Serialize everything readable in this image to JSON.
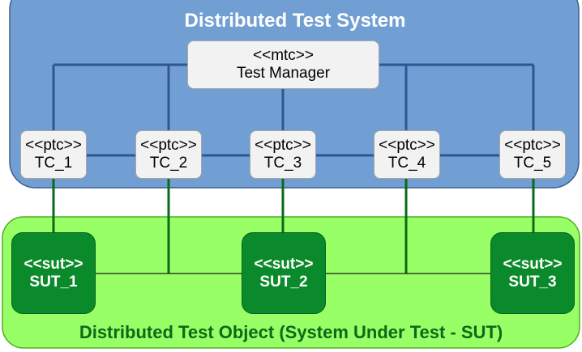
{
  "system": {
    "title": "Distributed Test System",
    "fill": "#729fd3",
    "border": "#3d5e8c"
  },
  "mtc": {
    "stereotype": "<<mtc>>",
    "name": "Test Manager"
  },
  "ptcs": [
    {
      "stereotype": "<<ptc>>",
      "name": "TC_1"
    },
    {
      "stereotype": "<<ptc>>",
      "name": "TC_2"
    },
    {
      "stereotype": "<<ptc>>",
      "name": "TC_3"
    },
    {
      "stereotype": "<<ptc>>",
      "name": "TC_4"
    },
    {
      "stereotype": "<<ptc>>",
      "name": "TC_5"
    }
  ],
  "object": {
    "title": "Distributed Test Object (System Under Test - SUT)",
    "fill": "#99ff66",
    "border": "#4cae1e"
  },
  "suts": [
    {
      "stereotype": "<<sut>>",
      "name": "SUT_1"
    },
    {
      "stereotype": "<<sut>>",
      "name": "SUT_2"
    },
    {
      "stereotype": "<<sut>>",
      "name": "SUT_3"
    }
  ],
  "colors": {
    "mtc_line": "#2f5597",
    "sut_line": "#0a6a1a",
    "sut_fill": "#0a8a2a"
  }
}
